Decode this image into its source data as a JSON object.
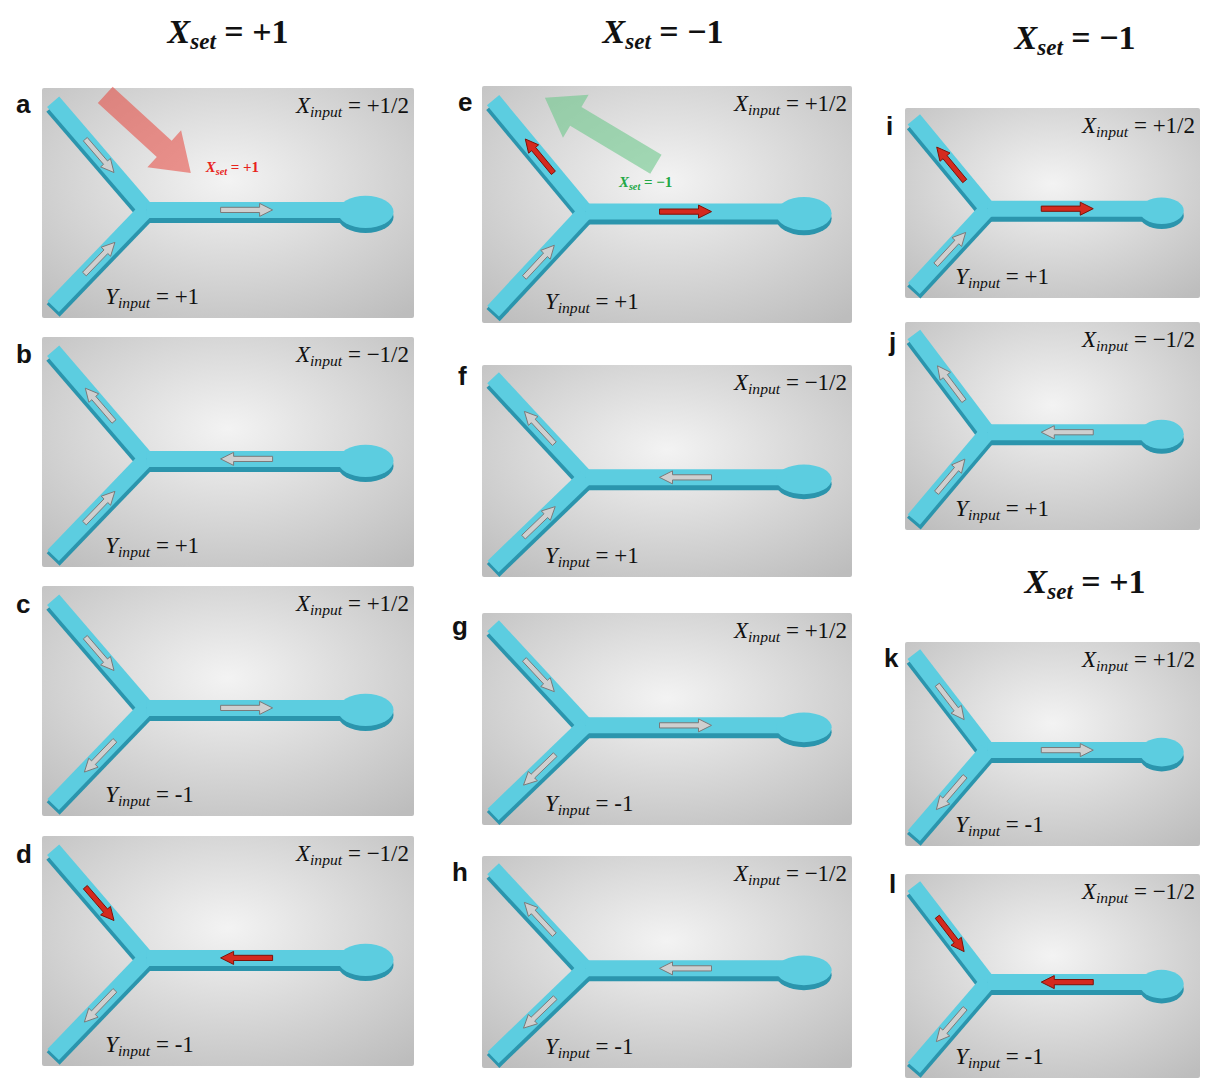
{
  "diagram": {
    "labels": [
      "Xset = +1",
      "Xset = −1",
      "Xset = −1",
      "a",
      "Xinput = +1/2",
      "Xset = +1",
      "Yinput = +1",
      "b",
      "Xinput = −1/2",
      "Yinput = +1",
      "c",
      "Xinput = +1/2",
      "Yinput = -1",
      "d",
      "Xinput = −1/2",
      "Yinput = -1",
      "e",
      "Xinput = +1/2",
      "Xset = −1",
      "Yinput = +1",
      "f",
      "Xinput = −1/2",
      "Yinput = +1",
      "g",
      "Xinput = +1/2",
      "Yinput = -1",
      "h",
      "Xinput = −1/2",
      "Yinput = -1",
      "i",
      "Xinput = +1/2",
      "Yinput = +1",
      "j",
      "Xinput = −1/2",
      "Yinput = +1",
      "Xset = +1",
      "k",
      "Xinput = +1/2",
      "Yinput = -1",
      "l",
      "Xinput = −1/2",
      "Yinput = -1"
    ]
  }
}
